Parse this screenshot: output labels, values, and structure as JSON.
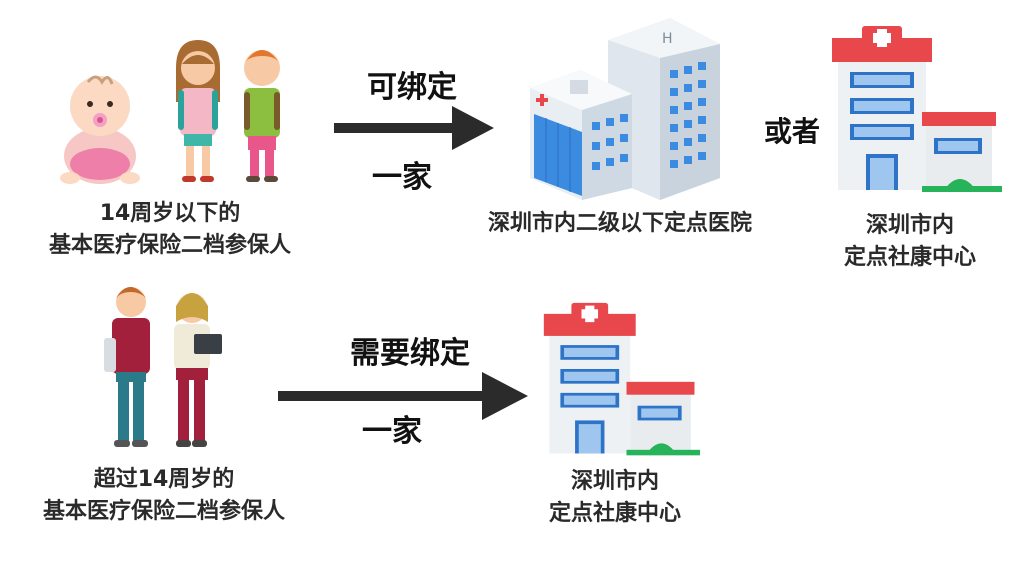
{
  "row1": {
    "group_caption_line1": "14周岁以下的",
    "group_caption_line2": "基本医疗保险二档参保人",
    "arrow_top_label": "可绑定",
    "arrow_bottom_label": "一家",
    "hospital_caption": "深圳市内二级以下定点医院",
    "or_label": "或者",
    "clinic_caption_line1": "深圳市内",
    "clinic_caption_line2": "定点社康中心"
  },
  "row2": {
    "group_caption_line1": "超过14周岁的",
    "group_caption_line2": "基本医疗保险二档参保人",
    "arrow_top_label": "需要绑定",
    "arrow_bottom_label": "一家",
    "clinic_caption_line1": "深圳市内",
    "clinic_caption_line2": "定点社康中心"
  },
  "colors": {
    "arrow": "#2b2b2b",
    "clinic_red": "#e8474c",
    "clinic_blue": "#2d74c9",
    "hospital_blue": "#3b8be0",
    "clinic_green": "#27b35a"
  },
  "icons": [
    "baby-icon",
    "girl-icon",
    "boy-icon",
    "hospital-building-icon",
    "community-clinic-icon",
    "teen-boy-icon",
    "teen-girl-icon",
    "arrow-right-icon"
  ]
}
